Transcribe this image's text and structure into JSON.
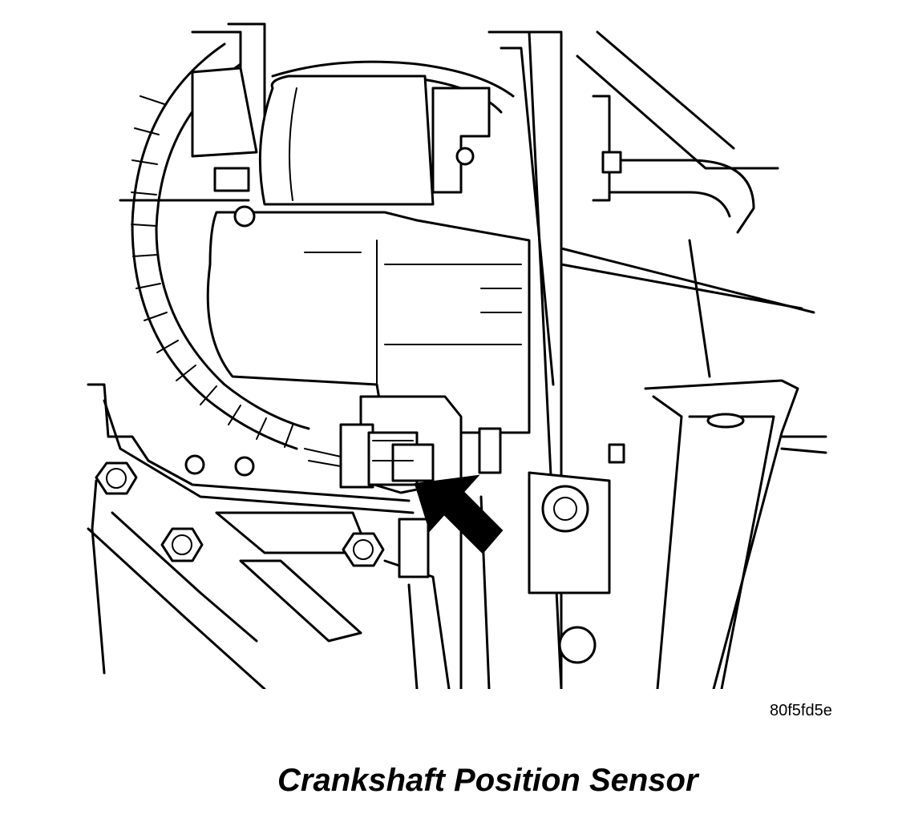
{
  "figure": {
    "reference_code": "80f5fd5e",
    "caption": "Crankshaft Position Sensor"
  },
  "callouts": [
    {
      "name": "arrow",
      "target": "crankshaft-position-sensor-connector",
      "direction": "pointing up-left"
    }
  ]
}
